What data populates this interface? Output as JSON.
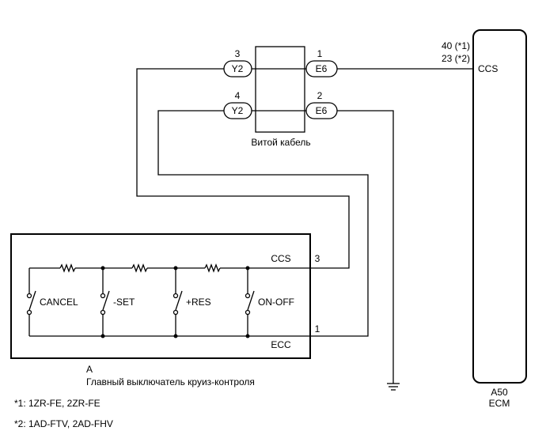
{
  "connectors": {
    "y2_upper": {
      "pin": "3",
      "label": "Y2"
    },
    "y2_lower": {
      "pin": "4",
      "label": "Y2"
    },
    "e6_upper": {
      "pin": "1",
      "label": "E6"
    },
    "e6_lower": {
      "pin": "2",
      "label": "E6"
    }
  },
  "spiral_cable_label": "Витой кабель",
  "ecm": {
    "pin_line1": "40 (*1)",
    "pin_line2": "23 (*2)",
    "terminal": "CCS",
    "code": "A50",
    "name": "ECM"
  },
  "switch": {
    "ccs_label": "CCS",
    "ccs_pin": "3",
    "ecc_label": "ECC",
    "ecc_pin": "1",
    "code": "A",
    "name": "Главный выключатель круиз-контроля",
    "contacts": [
      "CANCEL",
      "-SET",
      "+RES",
      "ON-OFF"
    ]
  },
  "notes": [
    "*1: 1ZR-FE, 2ZR-FE",
    "*2: 1AD-FTV, 2AD-FHV"
  ]
}
